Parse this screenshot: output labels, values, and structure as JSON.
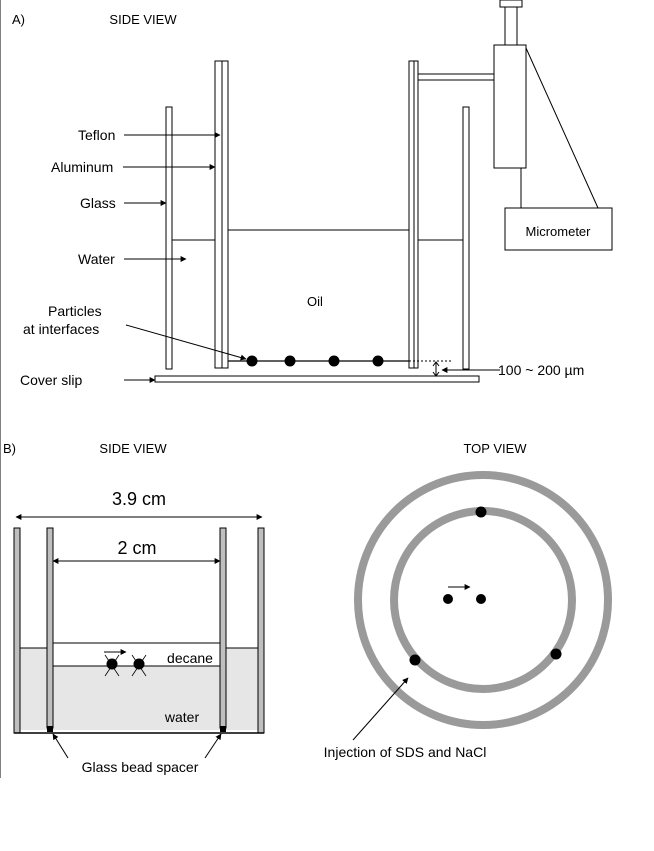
{
  "panel_a": {
    "label": "A)",
    "view": "SIDE VIEW",
    "labels": {
      "teflon": "Teflon",
      "aluminum": "Aluminum",
      "glass": "Glass",
      "water": "Water",
      "particles_line1": "Particles",
      "particles_line2": "at interfaces",
      "cover_slip": "Cover slip",
      "oil": "Oil",
      "micrometer": "Micrometer",
      "gap": "100 ~ 200 µm"
    }
  },
  "panel_b": {
    "label": "B)",
    "side_view": "SIDE VIEW",
    "top_view": "TOP VIEW",
    "outer_width": "3.9 cm",
    "inner_width": "2 cm",
    "decane": "decane",
    "water": "water",
    "spacer": "Glass bead spacer",
    "injection": "Injection of SDS and NaCl"
  },
  "colors": {
    "line": "#000000",
    "water_fill": "#e6e6e6",
    "ring": "#9a9a9a"
  }
}
